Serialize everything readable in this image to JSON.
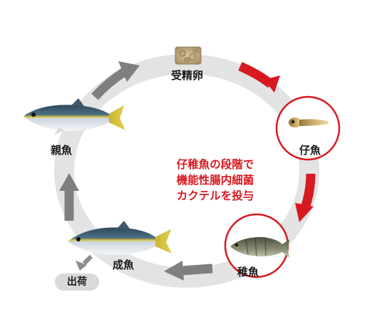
{
  "stages": {
    "fertilized_egg": "受精卵",
    "larva": "仔魚",
    "juvenile": "稚魚",
    "adult": "成魚",
    "parent_fish": "親魚",
    "shipping": "出荷"
  },
  "center_note": {
    "line1": "仔稚魚の段階で",
    "line2": "機能性腸内細菌",
    "line3": "カクテルを投与"
  },
  "colors": {
    "accent_red": "#d71920",
    "ring_gray": "#e3e3e3",
    "arrow_gray": "#7f7f7f",
    "label_pill_gray": "#d9d9d9"
  },
  "icons": [
    "egg-mass-image",
    "larva-image",
    "juvenile-fish-image",
    "adult-yellowtail-image",
    "parent-yellowtail-image"
  ]
}
